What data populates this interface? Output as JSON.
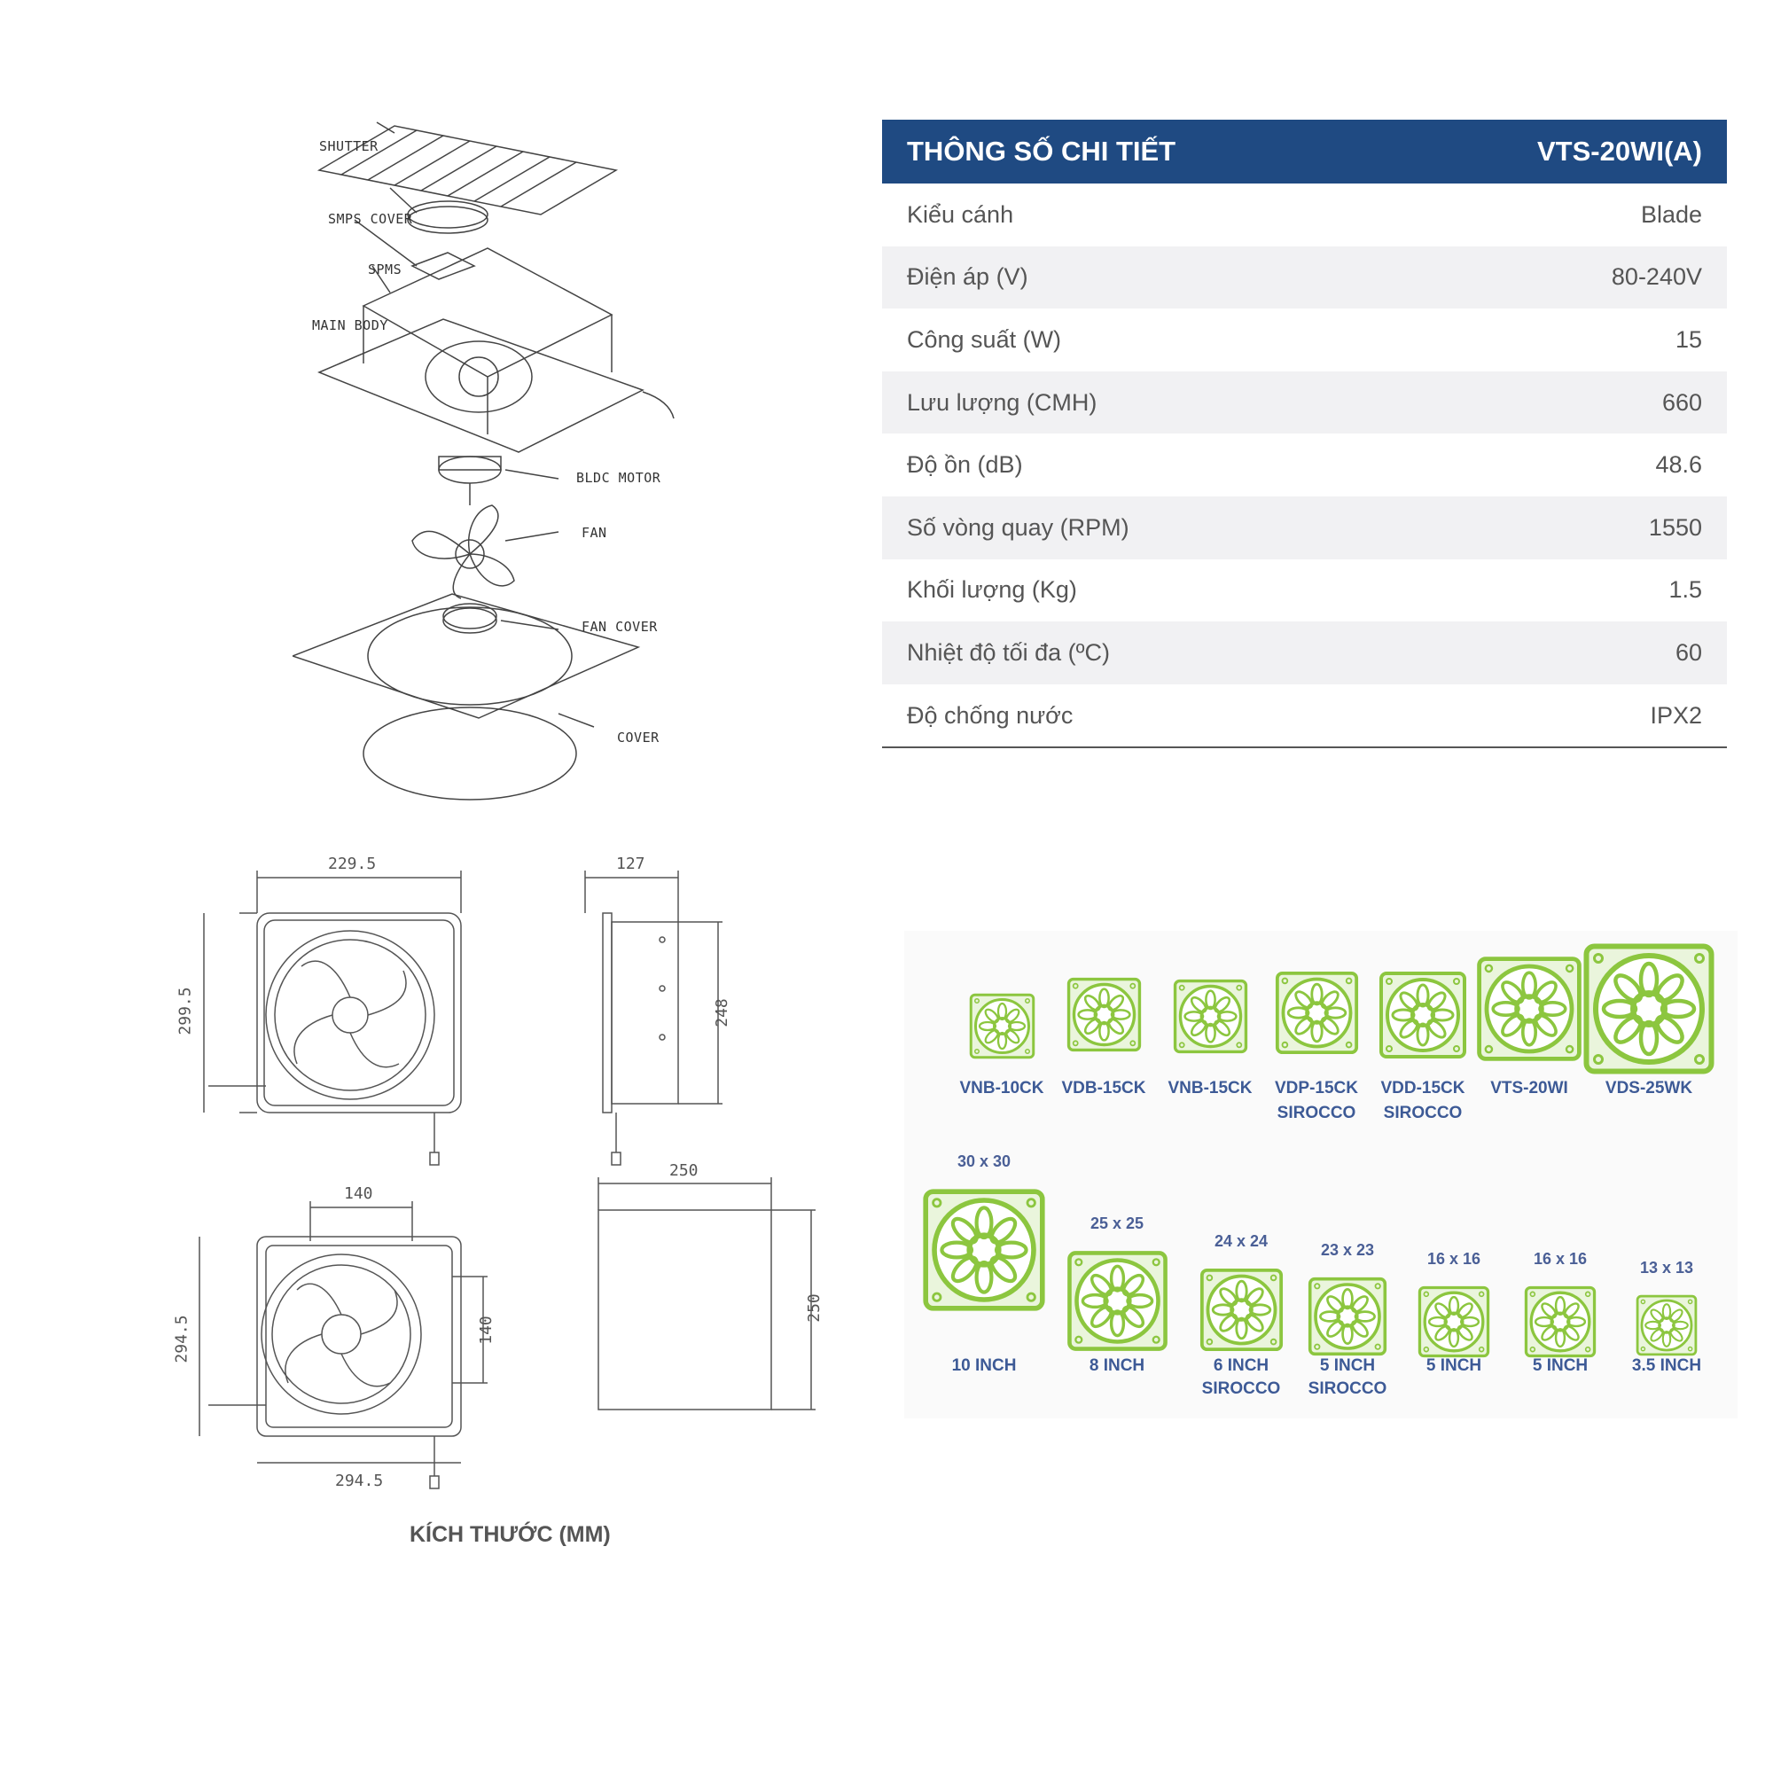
{
  "exploded_view": {
    "labels": [
      "SHUTTER",
      "SMPS COVER",
      "SPMS",
      "MAIN BODY",
      "BLDC MOTOR",
      "FAN",
      "FAN COVER",
      "COVER"
    ]
  },
  "spec_table": {
    "title": "THÔNG SỐ CHI TIẾT",
    "model": "VTS-20WI(A)",
    "rows": [
      {
        "label": "Kiểu cánh",
        "value": "Blade"
      },
      {
        "label": "Điện áp (V)",
        "value": "80-240V"
      },
      {
        "label": "Công suất (W)",
        "value": "15"
      },
      {
        "label": "Lưu lượng (CMH)",
        "value": "660"
      },
      {
        "label": "Độ ồn (dB)",
        "value": "48.6"
      },
      {
        "label": "Số vòng quay (RPM)",
        "value": "1550"
      },
      {
        "label": "Khối lượng (Kg)",
        "value": "1.5"
      },
      {
        "label": "Nhiệt độ tối đa (ºC)",
        "value": "60"
      },
      {
        "label": "Độ chống nước",
        "value": "IPX2"
      }
    ]
  },
  "dimensions": {
    "front_width": "229.5",
    "front_height": "299.5",
    "side_depth": "127",
    "side_height": "248",
    "back_inner": "140",
    "back_height": "294.5",
    "back_side": "140",
    "back_width": "294.5",
    "box_width": "250",
    "box_height": "250",
    "title": "KÍCH THƯỚC (MM)"
  },
  "size_comparison": {
    "models": [
      {
        "name": "VNB-10CK",
        "sub": ""
      },
      {
        "name": "VDB-15CK",
        "sub": ""
      },
      {
        "name": "VNB-15CK",
        "sub": ""
      },
      {
        "name": "VDP-15CK",
        "sub": "SIROCCO"
      },
      {
        "name": "VDD-15CK",
        "sub": "SIROCCO"
      },
      {
        "name": "VTS-20WI",
        "sub": ""
      },
      {
        "name": "VDS-25WK",
        "sub": ""
      }
    ],
    "sizes": [
      {
        "dim": "30 x 30",
        "inch": "10 INCH",
        "sub": ""
      },
      {
        "dim": "25 x 25",
        "inch": "8 INCH",
        "sub": ""
      },
      {
        "dim": "24 x 24",
        "inch": "6 INCH",
        "sub": "SIROCCO"
      },
      {
        "dim": "23 x 23",
        "inch": "5 INCH",
        "sub": "SIROCCO"
      },
      {
        "dim": "16 x 16",
        "inch": "5 INCH",
        "sub": ""
      },
      {
        "dim": "16 x 16",
        "inch": "5 INCH",
        "sub": ""
      },
      {
        "dim": "13 x 13",
        "inch": "3.5 INCH",
        "sub": ""
      }
    ],
    "colors": {
      "fan_green": "#8cc63f",
      "fan_fill": "#eaf5dc",
      "text_blue": "#3d5a96"
    }
  },
  "colors": {
    "header_blue": "#1f4a82",
    "row_alt": "#f1f1f3"
  }
}
